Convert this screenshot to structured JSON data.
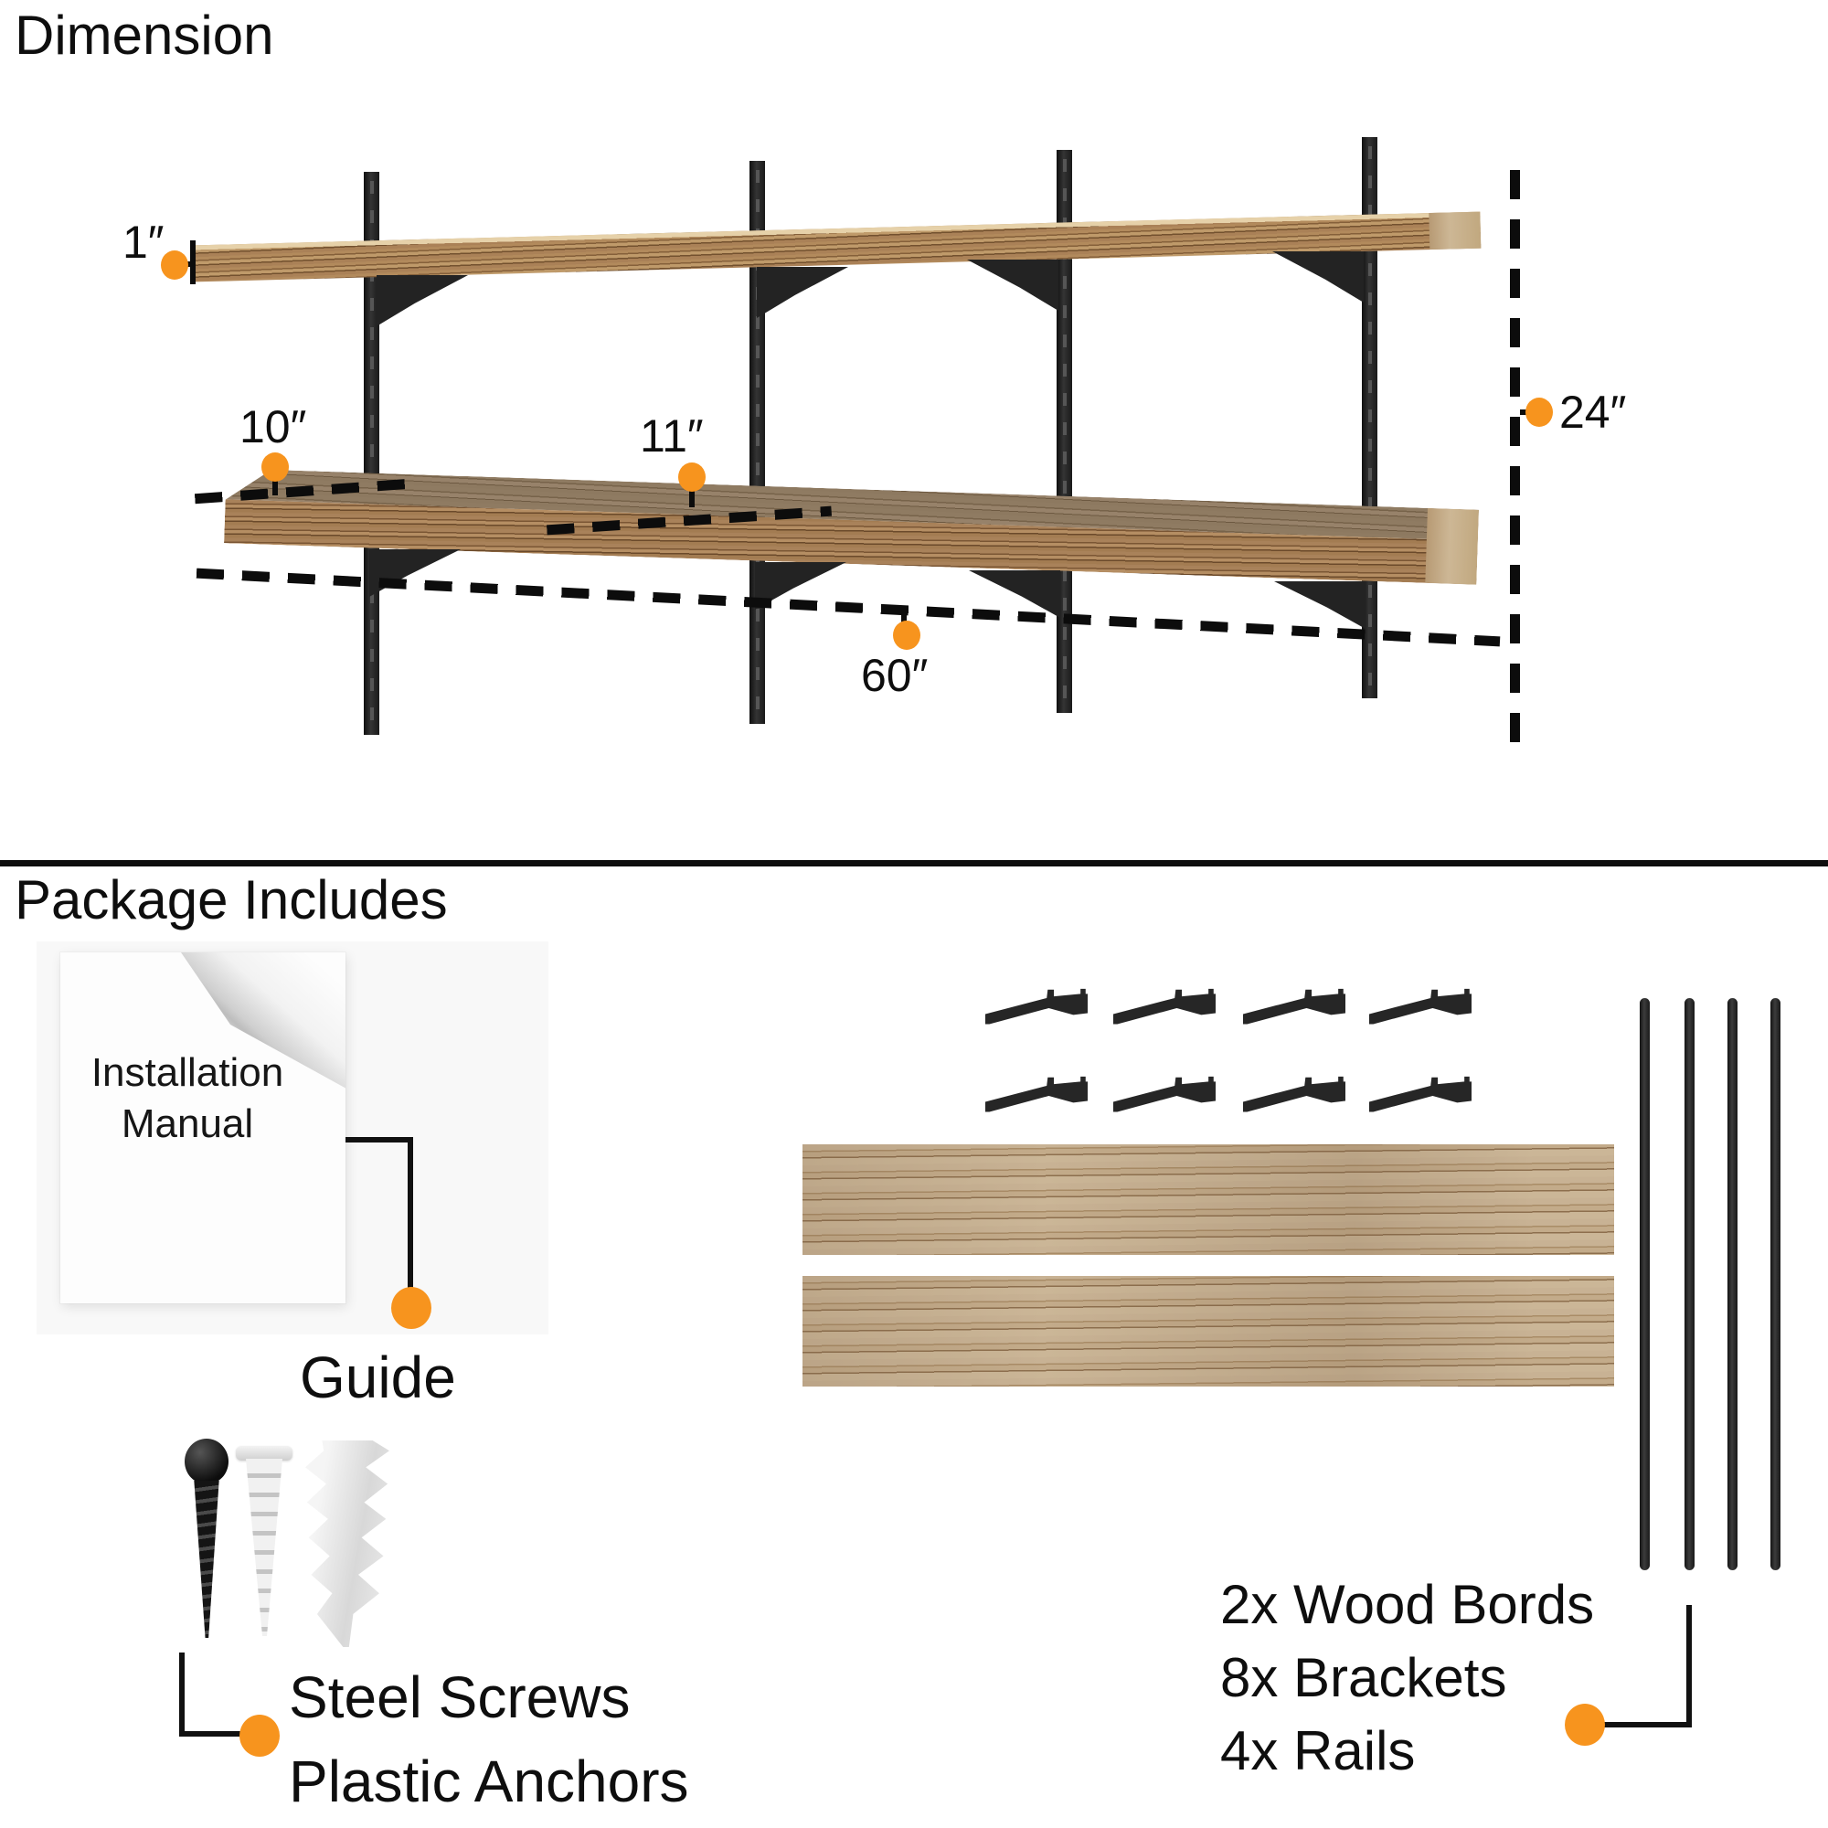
{
  "dimension": {
    "title": "Dimension",
    "thickness_label": "1″",
    "depth_back_label": "10″",
    "depth_front_label": "11″",
    "length_label": "60″",
    "height_label": "24″"
  },
  "package": {
    "title": "Package Includes",
    "manual_line1": "Installation",
    "manual_line2": "Manual",
    "guide_label": "Guide",
    "screws_label": "Steel Screws",
    "anchors_label": "Plastic Anchors",
    "contents": {
      "boards": "2x Wood Bords",
      "brackets": "8x Brackets",
      "rails": "4x Rails"
    }
  },
  "colors": {
    "accent_orange": "#F7941E",
    "ink": "#111111",
    "metal_dark": "#262626",
    "wood_edge": "#A87F52",
    "wood_top": "#8F7B62",
    "wood_board": "#C8B294",
    "wood_end": "#CDB795"
  }
}
